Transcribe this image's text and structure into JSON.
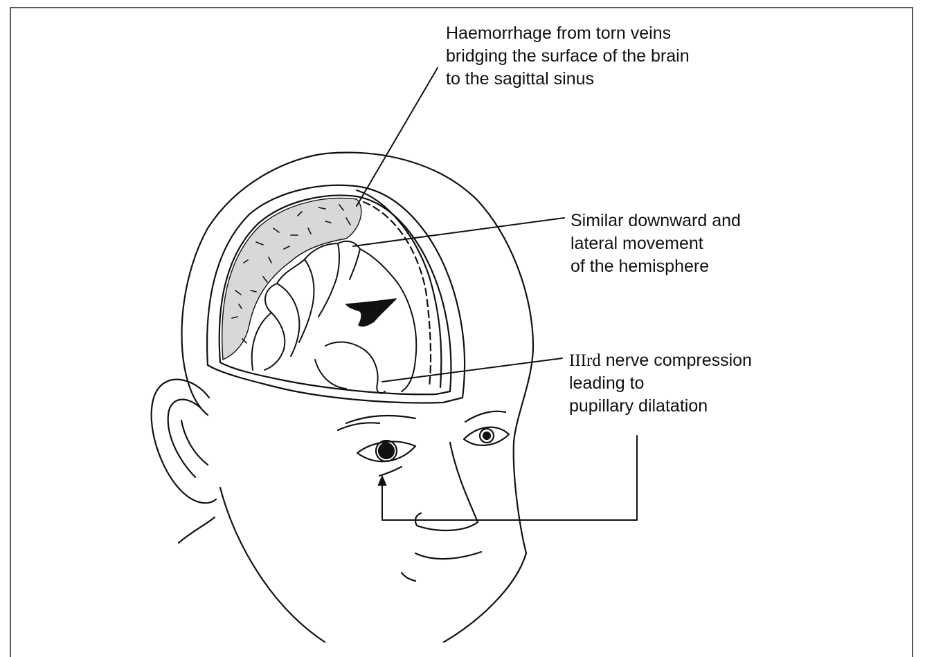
{
  "labels": {
    "haemorrhage": [
      "Haemorrhage from torn veins",
      "bridging the surface of the brain",
      "to the sagittal sinus"
    ],
    "hemisphere": [
      "Similar downward and",
      "lateral movement",
      "of the hemisphere"
    ],
    "nerve": {
      "prefix": "IIIrd",
      "line1_rest": " nerve compression",
      "line2": "leading to",
      "line3": "pupillary dilatation"
    }
  },
  "colors": {
    "ink": "#111111",
    "frame": "#5a5a5a"
  }
}
